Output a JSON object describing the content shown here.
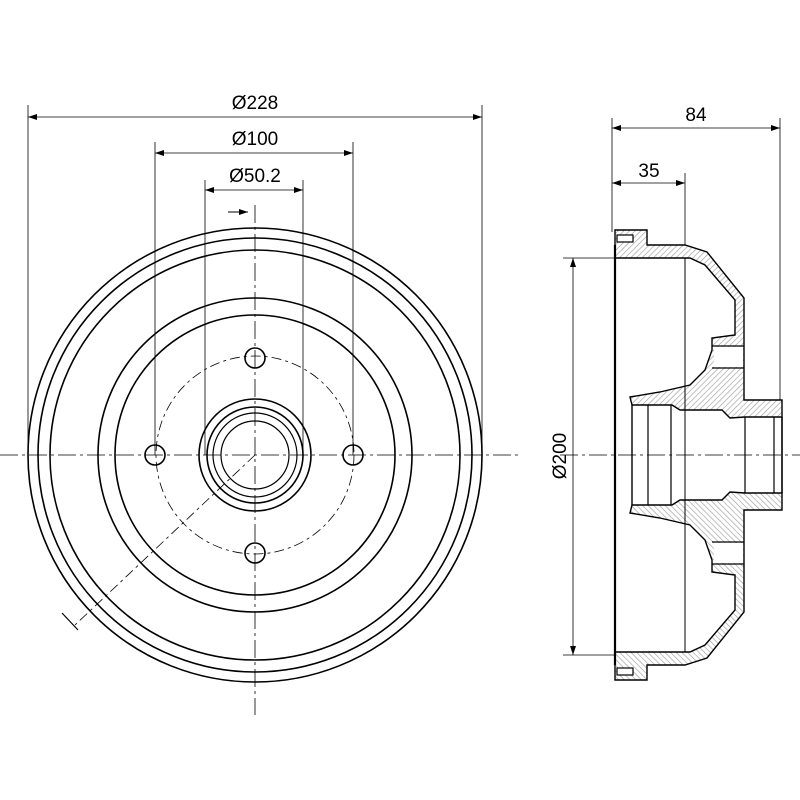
{
  "drawing": {
    "front_view": {
      "outer_diameter": "Ø228",
      "bolt_circle_diameter": "Ø100",
      "center_bore_diameter": "Ø50.2"
    },
    "side_view": {
      "overall_height": "84",
      "flange_offset": "35",
      "drum_inner_diameter": "Ø200"
    },
    "colors": {
      "line": "#000000",
      "hatch": "#888888"
    }
  }
}
